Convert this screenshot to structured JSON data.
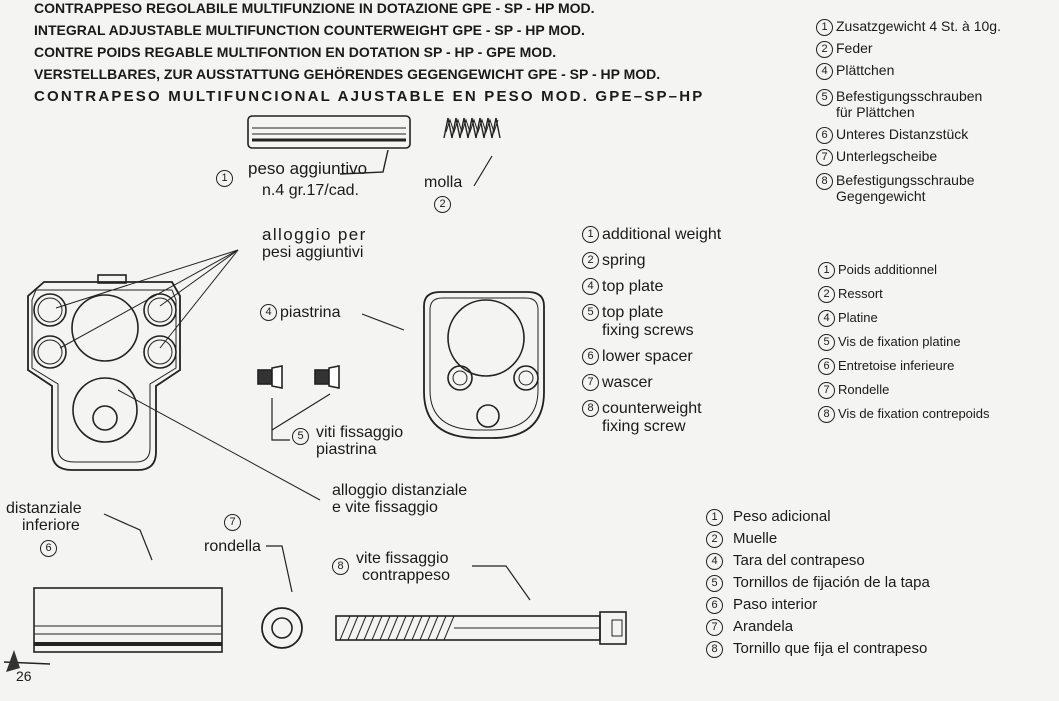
{
  "headers": [
    "CONTRAPPESO REGOLABILE MULTIFUNZIONE IN DOTAZIONE GPE - SP - HP MOD.",
    "INTEGRAL ADJUSTABLE MULTIFUNCTION COUNTERWEIGHT GPE - SP - HP MOD.",
    "CONTRE POIDS REGABLE MULTIFONTION EN DOTATION SP - HP - GPE MOD.",
    "VERSTELLBARES, ZUR AUSSTATTUNG GEHÖRENDES GEGENGEWICHT GPE - SP - HP MOD.",
    "CONTRAPESO MULTIFUNCIONAL AJUSTABLE EN PESO MOD. GPE–SP–HP"
  ],
  "diagram": {
    "peso_num": "1",
    "peso_label": "peso aggiuntivo",
    "peso_sub": "n.4 gr.17/cad.",
    "molla_label": "molla",
    "molla_num": "2",
    "alloggio_pesi_1": "alloggio per",
    "alloggio_pesi_2": "pesi aggiuntivi",
    "piastrina_num": "4",
    "piastrina_label": "piastrina",
    "viti_num": "5",
    "viti_label_1": "viti fissaggio",
    "viti_label_2": "piastrina",
    "alloggio_dist_1": "alloggio distanziale",
    "alloggio_dist_2": "e vite fissaggio",
    "dist_label_1": "distanziale",
    "dist_label_2": "inferiore",
    "dist_num": "6",
    "rondella_num": "7",
    "rondella_label": "rondella",
    "vite_num": "8",
    "vite_label_1": "vite fissaggio",
    "vite_label_2": "contrappeso"
  },
  "legend_en": [
    {
      "n": "1",
      "t": "additional weight"
    },
    {
      "n": "2",
      "t": "spring"
    },
    {
      "n": "4",
      "t": "top plate"
    },
    {
      "n": "5",
      "t": "top plate",
      "t2": "fixing screws"
    },
    {
      "n": "6",
      "t": "lower spacer"
    },
    {
      "n": "7",
      "t": "wascer"
    },
    {
      "n": "8",
      "t": "counterweight",
      "t2": "fixing screw"
    }
  ],
  "legend_de": [
    {
      "n": "1",
      "t": "Zusatzgewicht 4 St. à 10g."
    },
    {
      "n": "2",
      "t": "Feder"
    },
    {
      "n": "4",
      "t": "Plättchen"
    },
    {
      "n": "5",
      "t": "Befestigungsschrauben",
      "t2": "für Plättchen"
    },
    {
      "n": "6",
      "t": "Unteres Distanzstück"
    },
    {
      "n": "7",
      "t": "Unterlegscheibe"
    },
    {
      "n": "8",
      "t": "Befestigungsschraube",
      "t2": "Gegengewicht"
    }
  ],
  "legend_fr": [
    {
      "n": "1",
      "t": "Poids additionnel"
    },
    {
      "n": "2",
      "t": "Ressort"
    },
    {
      "n": "4",
      "t": "Platine"
    },
    {
      "n": "5",
      "t": "Vis de fixation platine"
    },
    {
      "n": "6",
      "t": "Entretoise inferieure"
    },
    {
      "n": "7",
      "t": "Rondelle"
    },
    {
      "n": "8",
      "t": "Vis de fixation contrepoids"
    }
  ],
  "legend_es": [
    {
      "n": "1",
      "t": "Peso  adicional"
    },
    {
      "n": "2",
      "t": "Muelle"
    },
    {
      "n": "4",
      "t": "Tara del contrapeso"
    },
    {
      "n": "5",
      "t": "Tornillos de fijación de la tapa"
    },
    {
      "n": "6",
      "t": "Paso interior"
    },
    {
      "n": "7",
      "t": "Arandela"
    },
    {
      "n": "8",
      "t": "Tornillo  que fija el contrapeso"
    }
  ],
  "page_number": "26"
}
